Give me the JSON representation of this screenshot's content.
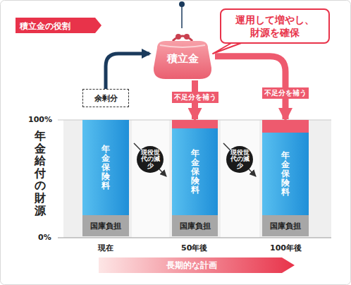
{
  "diagram": {
    "title": "積立金の役割",
    "nodes": [
      {
        "text": [
          "積立金"
        ]
      },
      {
        "text": [
          "運用して増やし、財源を確保"
        ]
      },
      {
        "text": [
          "余剰分"
        ]
      },
      {
        "text": [
          "年金保険料"
        ]
      },
      {
        "text": [
          "国庫負担"
        ]
      },
      {
        "text": [
          "年金保険料"
        ]
      },
      {
        "text": [
          "国庫負担"
        ]
      },
      {
        "text": [
          "年金保険料"
        ]
      },
      {
        "text": [
          "国庫負担"
        ]
      },
      {
        "text": [
          "現役世代の減少"
        ]
      },
      {
        "text": [
          "現役世代の減少"
        ]
      }
    ],
    "edges": [
      {
        "from": 2,
        "to": 0,
        "arrow": "to"
      },
      {
        "from": 0,
        "to": 5,
        "label": "不足分を補う",
        "arrow": "to"
      },
      {
        "from": 0,
        "to": 7,
        "label": "不足分を補う",
        "arrow": "to"
      }
    ],
    "labels": [
      "100%",
      "0%",
      "年金給付の財源",
      "現在",
      "50年後",
      "100年後",
      "長期的な計画"
    ]
  }
}
